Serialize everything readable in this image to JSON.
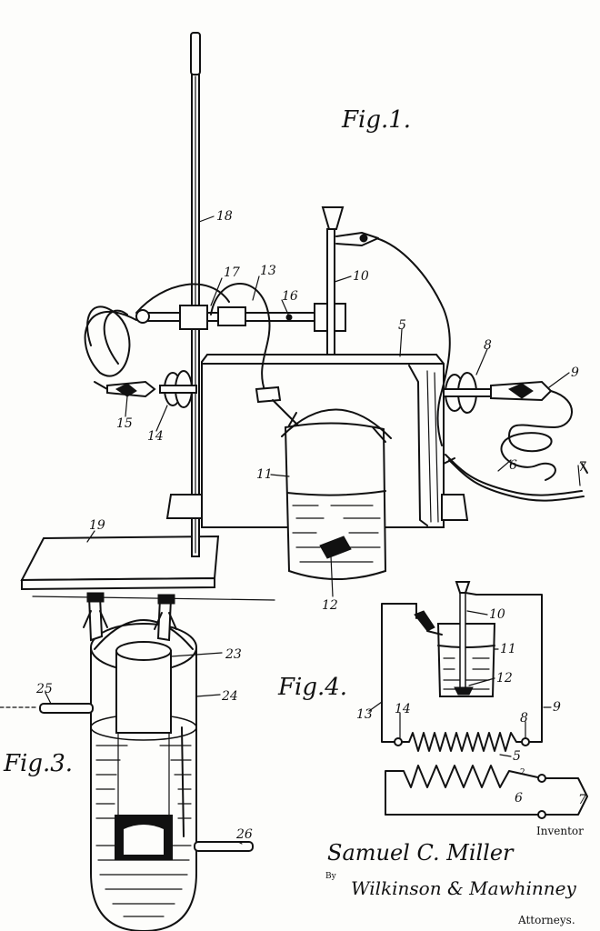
{
  "figures": {
    "fig1": "Fig.1.",
    "fig3": "Fig.3.",
    "fig4": "Fig.4."
  },
  "labels": {
    "n5": "5",
    "n6": "6",
    "n7": "7",
    "n8": "8",
    "n9": "9",
    "n10": "10",
    "n11": "11",
    "n12": "12",
    "n13": "13",
    "n14": "14",
    "n15": "15",
    "n16": "16",
    "n17": "17",
    "n18": "18",
    "n19": "19",
    "n23": "23",
    "n24": "24",
    "n25": "25",
    "n26": "26",
    "f4_n10": "10",
    "f4_n11": "11",
    "f4_n12": "12",
    "f4_n13": "13",
    "f4_n14": "14",
    "f4_n8": "8",
    "f4_n9": "9",
    "f4_n5": "5",
    "f4_n6": "6",
    "f4_n7": "7",
    "f4_n2": "2"
  },
  "signature": {
    "inventor_caption": "Inventor",
    "inventor_name": "Samuel C. Miller",
    "by": "By",
    "attorneys_name": "Wilkinson & Mawhinney",
    "attorneys_caption": "Attorneys."
  }
}
